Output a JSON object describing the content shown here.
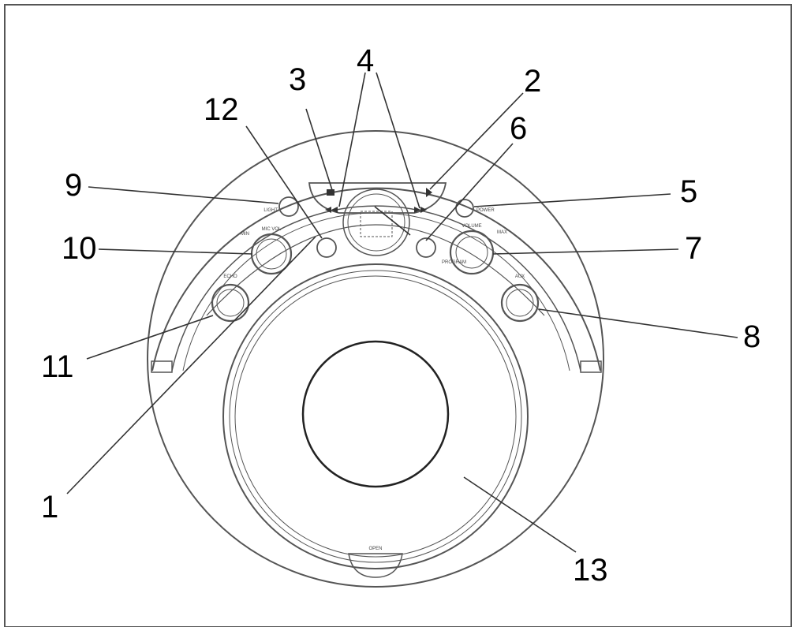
{
  "callouts": [
    "1",
    "2",
    "3",
    "4",
    "5",
    "6",
    "7",
    "8",
    "9",
    "10",
    "11",
    "12",
    "13"
  ],
  "panel_labels": {
    "light": "LIGHT",
    "micvol": "MIC VOL",
    "echo": "ECHO",
    "power": "POWER",
    "volume": "VOLUME",
    "aux": "AUX",
    "program": "PROGRAM",
    "open": "OPEN",
    "min": "MIN",
    "max": "MAX"
  },
  "colors": {
    "line": "#333333",
    "frame": "#555555",
    "background": "#ffffff"
  }
}
